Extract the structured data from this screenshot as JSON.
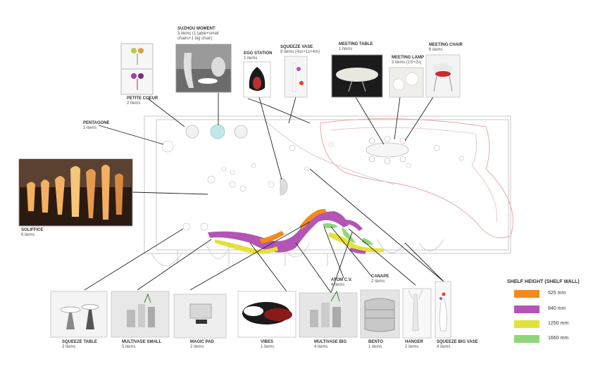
{
  "products": {
    "suzhou": {
      "title": "SUZHOU MOMENT",
      "sub": "3 items (1 table+small chairs+1 big chair)"
    },
    "petite": {
      "title": "PETITE COEUR",
      "sub": "2 items"
    },
    "egg": {
      "title": "EGG STATION",
      "sub": "1 items"
    },
    "squeeze_vase": {
      "title": "SQUEEZE VASE",
      "sub": "9 items (4ss+1s+4m)"
    },
    "meeting_table": {
      "title": "MEETING TABLE",
      "sub": "1 items"
    },
    "meeting_lamp": {
      "title": "MEETING LAMP",
      "sub": "3 items (1S+2s)"
    },
    "meeting_chair": {
      "title": "MEETING CHAIR",
      "sub": "6 items"
    },
    "pentagone": {
      "title": "PENTAGONE",
      "sub": "1 items"
    },
    "soffice": {
      "title": "SOLIFFICE",
      "sub": "6 items"
    },
    "squeeze_table": {
      "title": "SQUEEZE TABLE",
      "sub": "3 items"
    },
    "multivase_small": {
      "title": "MULTIVASE SMALL",
      "sub": "5 items"
    },
    "magic_pad": {
      "title": "MAGIC PAD",
      "sub": "2 items"
    },
    "vibes": {
      "title": "VIBES",
      "sub": "1 items"
    },
    "multivase_big": {
      "title": "MULTIVASE BIG",
      "sub": "4 items"
    },
    "atom": {
      "title": "ATOM C.V.",
      "sub": "4 items"
    },
    "canape": {
      "title": "CANAPE",
      "sub": "2 items"
    },
    "bento": {
      "title": "BENTO",
      "sub": "1 items"
    },
    "hanger": {
      "title": "HANGER",
      "sub": "2 items"
    },
    "squeeze_big": {
      "title": "SQUEEZE BIG VASE",
      "sub": "4 items"
    }
  },
  "legend": {
    "title": "SHELF HEIGHT (SHELF WALL)",
    "items": [
      {
        "label": "525 mm",
        "color": "#f28a1e"
      },
      {
        "label": "840 mm",
        "color": "#b255b4"
      },
      {
        "label": "1250 mm",
        "color": "#e4e23a"
      },
      {
        "label": "1660 mm",
        "color": "#8fd67a"
      }
    ]
  }
}
